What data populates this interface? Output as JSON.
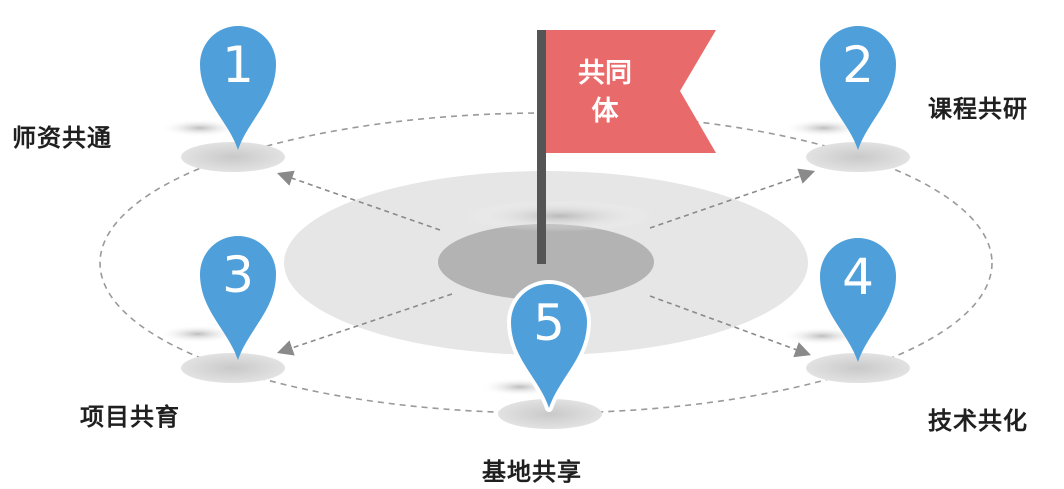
{
  "center": {
    "flag_text_line1": "共同",
    "flag_text_line2": "体",
    "flag_color": "#E96A6A"
  },
  "pin_color": "#4E9FDA",
  "pins": [
    {
      "number": "1",
      "label": "师资共通"
    },
    {
      "number": "2",
      "label": "课程共研"
    },
    {
      "number": "3",
      "label": "项目共育"
    },
    {
      "number": "4",
      "label": "技术共化"
    },
    {
      "number": "5",
      "label": "基地共享"
    }
  ]
}
